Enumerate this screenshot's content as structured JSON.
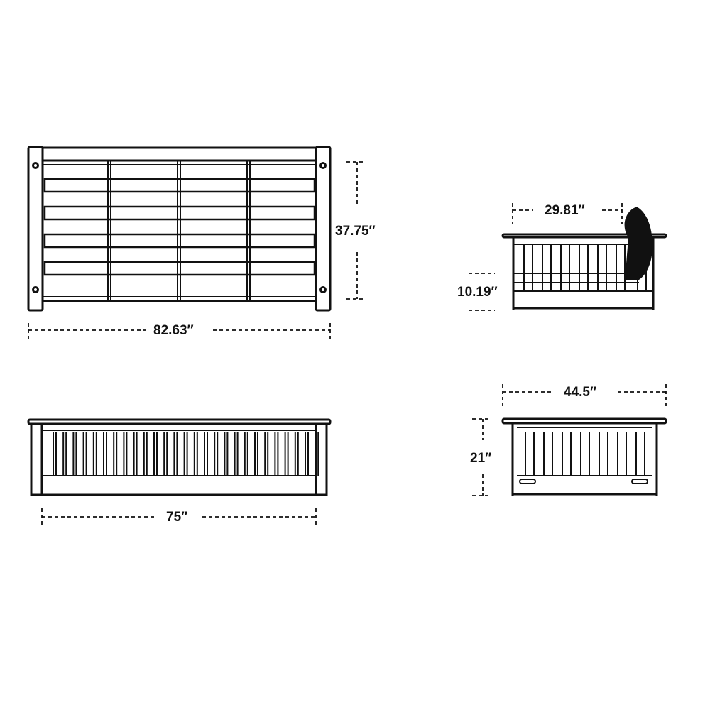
{
  "diagram": {
    "title": "",
    "colors": {
      "line": "#111111",
      "background": "#ffffff",
      "cushion": "#111111"
    },
    "views": [
      {
        "name": "top-view",
        "dimensions": {
          "width": "82.63″",
          "depth": "37.75″"
        }
      },
      {
        "name": "side-view",
        "dimensions": {
          "depth": "29.81″",
          "seat_height": "10.19″"
        }
      },
      {
        "name": "front-view",
        "dimensions": {
          "inner_width": "75″"
        }
      },
      {
        "name": "end-view",
        "dimensions": {
          "width": "44.5″",
          "height": "21″"
        }
      }
    ]
  },
  "labels": {
    "top_width": "82.63″",
    "top_depth": "37.75″",
    "side_depth": "29.81″",
    "side_seat_height": "10.19″",
    "front_width": "75″",
    "end_width": "44.5″",
    "end_height": "21″"
  }
}
